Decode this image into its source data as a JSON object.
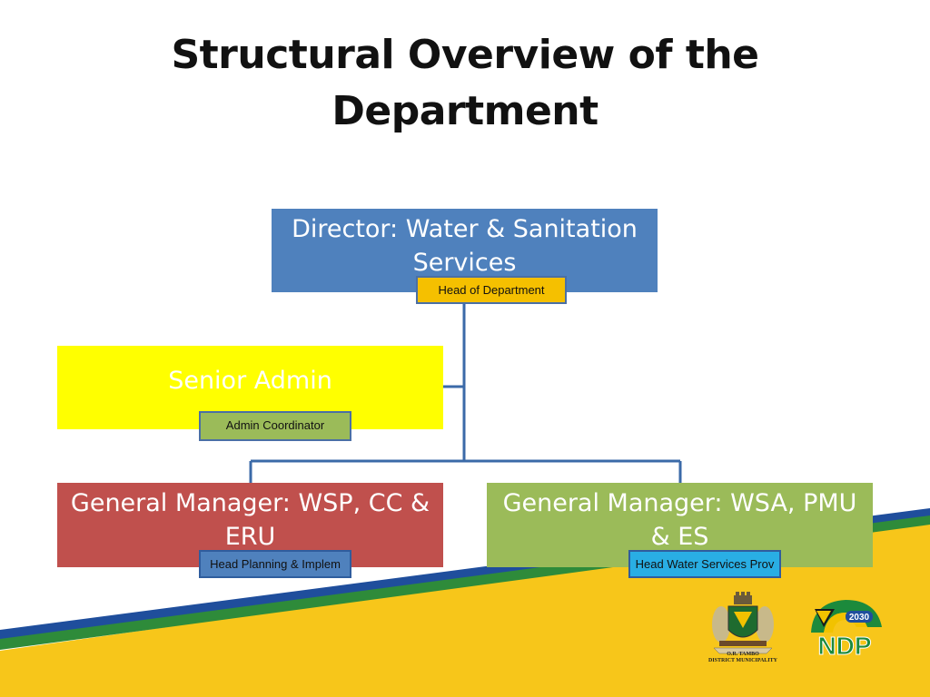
{
  "slide": {
    "title_line1": "Structural Overview of the",
    "title_line2": "Department"
  },
  "org_chart": {
    "director": {
      "line1": "Director: Water & Sanitation",
      "line2": "Services",
      "role_tag": "Head of Department"
    },
    "senior_admin": {
      "label": "Senior  Admin",
      "role_tag": "Admin Coordinator"
    },
    "gm_wsp": {
      "line1": "General Manager: WSP, CC &",
      "line2": "ERU",
      "role_tag": "Head Planning & Implem"
    },
    "gm_wsa": {
      "line1": "General Manager: WSA, PMU",
      "line2": "&  ES",
      "role_tag": "Head Water Services Prov"
    }
  },
  "logos": {
    "ortambo_caption_line1": "O.R. TAMBO",
    "ortambo_caption_line2": "DISTRICT MUNICIPALITY",
    "ndp_year": "2030",
    "ndp_text": "NDP"
  },
  "colors": {
    "director_box": "#4f81bd",
    "admin_box": "#ffff00",
    "gm_wsp_box": "#c0504d",
    "gm_wsa_box": "#9bbb59",
    "connector": "#3b6aa8",
    "bottom_band_yellow": "#f7c61a",
    "bottom_band_green": "#2e8b3a",
    "bottom_band_blue": "#1f4e9c"
  }
}
